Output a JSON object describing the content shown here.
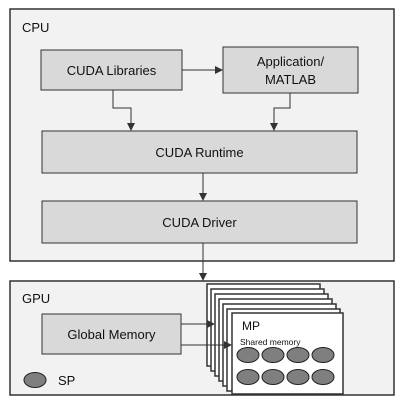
{
  "cpu": {
    "label": "CPU",
    "boxes": {
      "libraries": "CUDA Libraries",
      "application_line1": "Application/",
      "application_line2": "MATLAB",
      "runtime": "CUDA Runtime",
      "driver": "CUDA Driver"
    }
  },
  "gpu": {
    "label": "GPU",
    "global_memory": "Global Memory",
    "mp_label": "MP",
    "shared_memory": "Shared memory",
    "legend_label": "SP"
  },
  "colors": {
    "panel_fill": "#f2f2f2",
    "box_fill": "#d9d9d9",
    "stroke": "#333333",
    "sp_fill": "#7f7f7f",
    "card_fill": "#ffffff"
  }
}
